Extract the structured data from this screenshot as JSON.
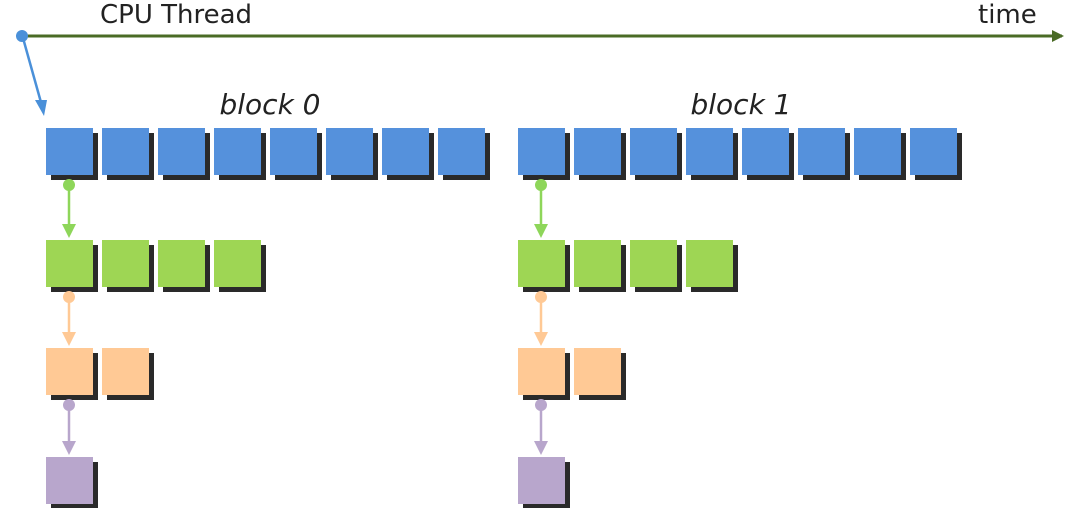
{
  "timeline": {
    "thread_label": "CPU Thread",
    "time_label": "time",
    "axis_color": "#4a6b25",
    "start_dot_color": "#4a90d9"
  },
  "blocks": [
    {
      "label": "block 0",
      "rows": [
        {
          "count": 8,
          "color": "#5591dc",
          "arrow_color": "#5591dc"
        },
        {
          "count": 4,
          "color": "#9ed654",
          "arrow_color": "#8ed65a"
        },
        {
          "count": 2,
          "color": "#ffc995",
          "arrow_color": "#ffc995"
        },
        {
          "count": 1,
          "color": "#b8a6cc",
          "arrow_color": "#b8a6cc"
        }
      ]
    },
    {
      "label": "block 1",
      "rows": [
        {
          "count": 8,
          "color": "#5591dc",
          "arrow_color": "#5591dc"
        },
        {
          "count": 4,
          "color": "#9ed654",
          "arrow_color": "#8ed65a"
        },
        {
          "count": 2,
          "color": "#ffc995",
          "arrow_color": "#ffc995"
        },
        {
          "count": 1,
          "color": "#b8a6cc",
          "arrow_color": "#b8a6cc"
        }
      ]
    }
  ],
  "shadow_color": "#2a2a2a"
}
